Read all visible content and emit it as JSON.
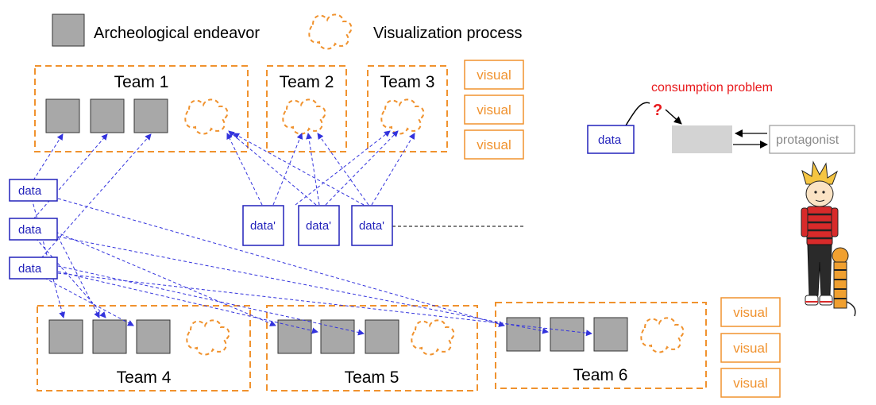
{
  "legend": {
    "archeological_label": "Archeological endeavor",
    "visualization_label": "Visualization process"
  },
  "teams": [
    "Team 1",
    "Team 2",
    "Team 3",
    "Team 4",
    "Team 5",
    "Team 6"
  ],
  "visual_label": "visual",
  "data_label": "data",
  "data_prime_label": "data'",
  "consumption": {
    "problem_label": "consumption problem",
    "question_mark": "?",
    "data_label": "data",
    "protagonist_label": "protagonist"
  },
  "colors": {
    "team_border": "#f0922e",
    "data_border": "#2222bb",
    "arrow": "#3333dd",
    "artifact_fill": "#a8a8a8",
    "problem_text": "#e8191c",
    "placeholder_fill": "#d3d3d3",
    "protagonist_text": "#8a8a8a"
  },
  "protagonist_image": "calvin-and-hobbes-drawing"
}
